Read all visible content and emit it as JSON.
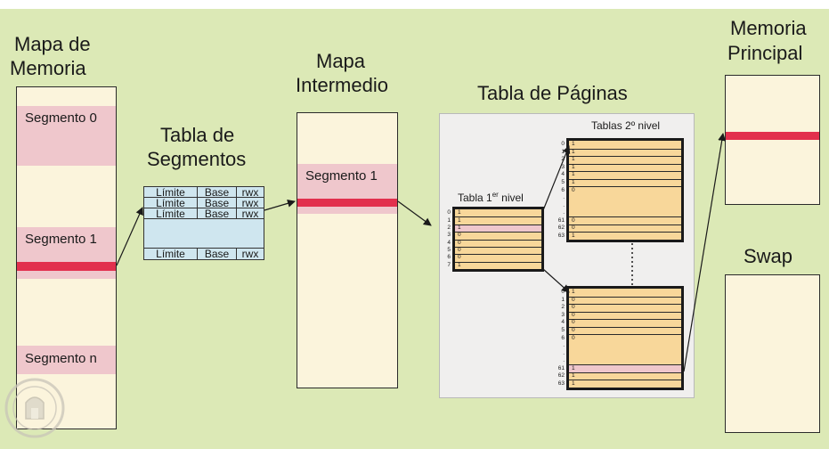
{
  "mapa_memoria": {
    "title_line1": "Mapa de",
    "title_line2": "Memoria",
    "segments": [
      "Segmento 0",
      "Segmento 1",
      "Segmento n"
    ]
  },
  "tabla_segmentos": {
    "title_line1": "Tabla de",
    "title_line2": "Segmentos",
    "col_limite": "Límite",
    "col_base": "Base",
    "col_rwx": "rwx"
  },
  "mapa_intermedio": {
    "title_line1": "Mapa",
    "title_line2": "Intermedio",
    "segment": "Segmento 1"
  },
  "tabla_paginas": {
    "title": "Tabla de Páginas",
    "primer_nivel_label": "Tabla 1",
    "primer_nivel_sup": "er",
    "primer_nivel_suffix": " nivel",
    "segundo_nivel_label": "Tablas 2º nivel",
    "primer_nivel_rows": [
      {
        "idx": "0",
        "bit": "1"
      },
      {
        "idx": "1",
        "bit": "1"
      },
      {
        "idx": "2",
        "bit": "1"
      },
      {
        "idx": "3",
        "bit": "0"
      },
      {
        "idx": "4",
        "bit": "0"
      },
      {
        "idx": "5",
        "bit": "0"
      },
      {
        "idx": "6",
        "bit": "0"
      },
      {
        "idx": "7",
        "bit": "1"
      }
    ],
    "segundo_nivel_top_rows": [
      {
        "idx": "0",
        "bit": "1"
      },
      {
        "idx": "1",
        "bit": "1"
      },
      {
        "idx": "2",
        "bit": "1"
      },
      {
        "idx": "3",
        "bit": "1"
      },
      {
        "idx": "4",
        "bit": "1"
      },
      {
        "idx": "5",
        "bit": "1"
      },
      {
        "idx": "6",
        "bit": "0"
      },
      {
        "idx": ".",
        "bit": ""
      },
      {
        "idx": ".",
        "bit": ""
      },
      {
        "idx": ".",
        "bit": ""
      },
      {
        "idx": "61",
        "bit": "0"
      },
      {
        "idx": "62",
        "bit": "0"
      },
      {
        "idx": "63",
        "bit": "1"
      }
    ],
    "segundo_nivel_bottom_rows": [
      {
        "idx": "0",
        "bit": "1"
      },
      {
        "idx": "1",
        "bit": "0"
      },
      {
        "idx": "2",
        "bit": "0"
      },
      {
        "idx": "3",
        "bit": "0"
      },
      {
        "idx": "4",
        "bit": "0"
      },
      {
        "idx": "5",
        "bit": "0"
      },
      {
        "idx": "6",
        "bit": "0"
      },
      {
        "idx": ".",
        "bit": ""
      },
      {
        "idx": ".",
        "bit": ""
      },
      {
        "idx": ".",
        "bit": ""
      },
      {
        "idx": "61",
        "bit": "1"
      },
      {
        "idx": "62",
        "bit": "1"
      },
      {
        "idx": "63",
        "bit": "1"
      }
    ]
  },
  "memoria_principal": {
    "title_line1": "Memoria",
    "title_line2": "Principal"
  },
  "swap": {
    "title": "Swap"
  },
  "colors": {
    "background": "#dce9b6",
    "box_fill": "#fbf4dc",
    "segment_fill": "#efc7cc",
    "highlight": "#e2304d",
    "segment_table_fill": "#cfe6ef",
    "page_table_fill": "#f8d79a",
    "page_panel": "#f0efee"
  },
  "icons": {
    "seal": "university-seal-icon"
  }
}
